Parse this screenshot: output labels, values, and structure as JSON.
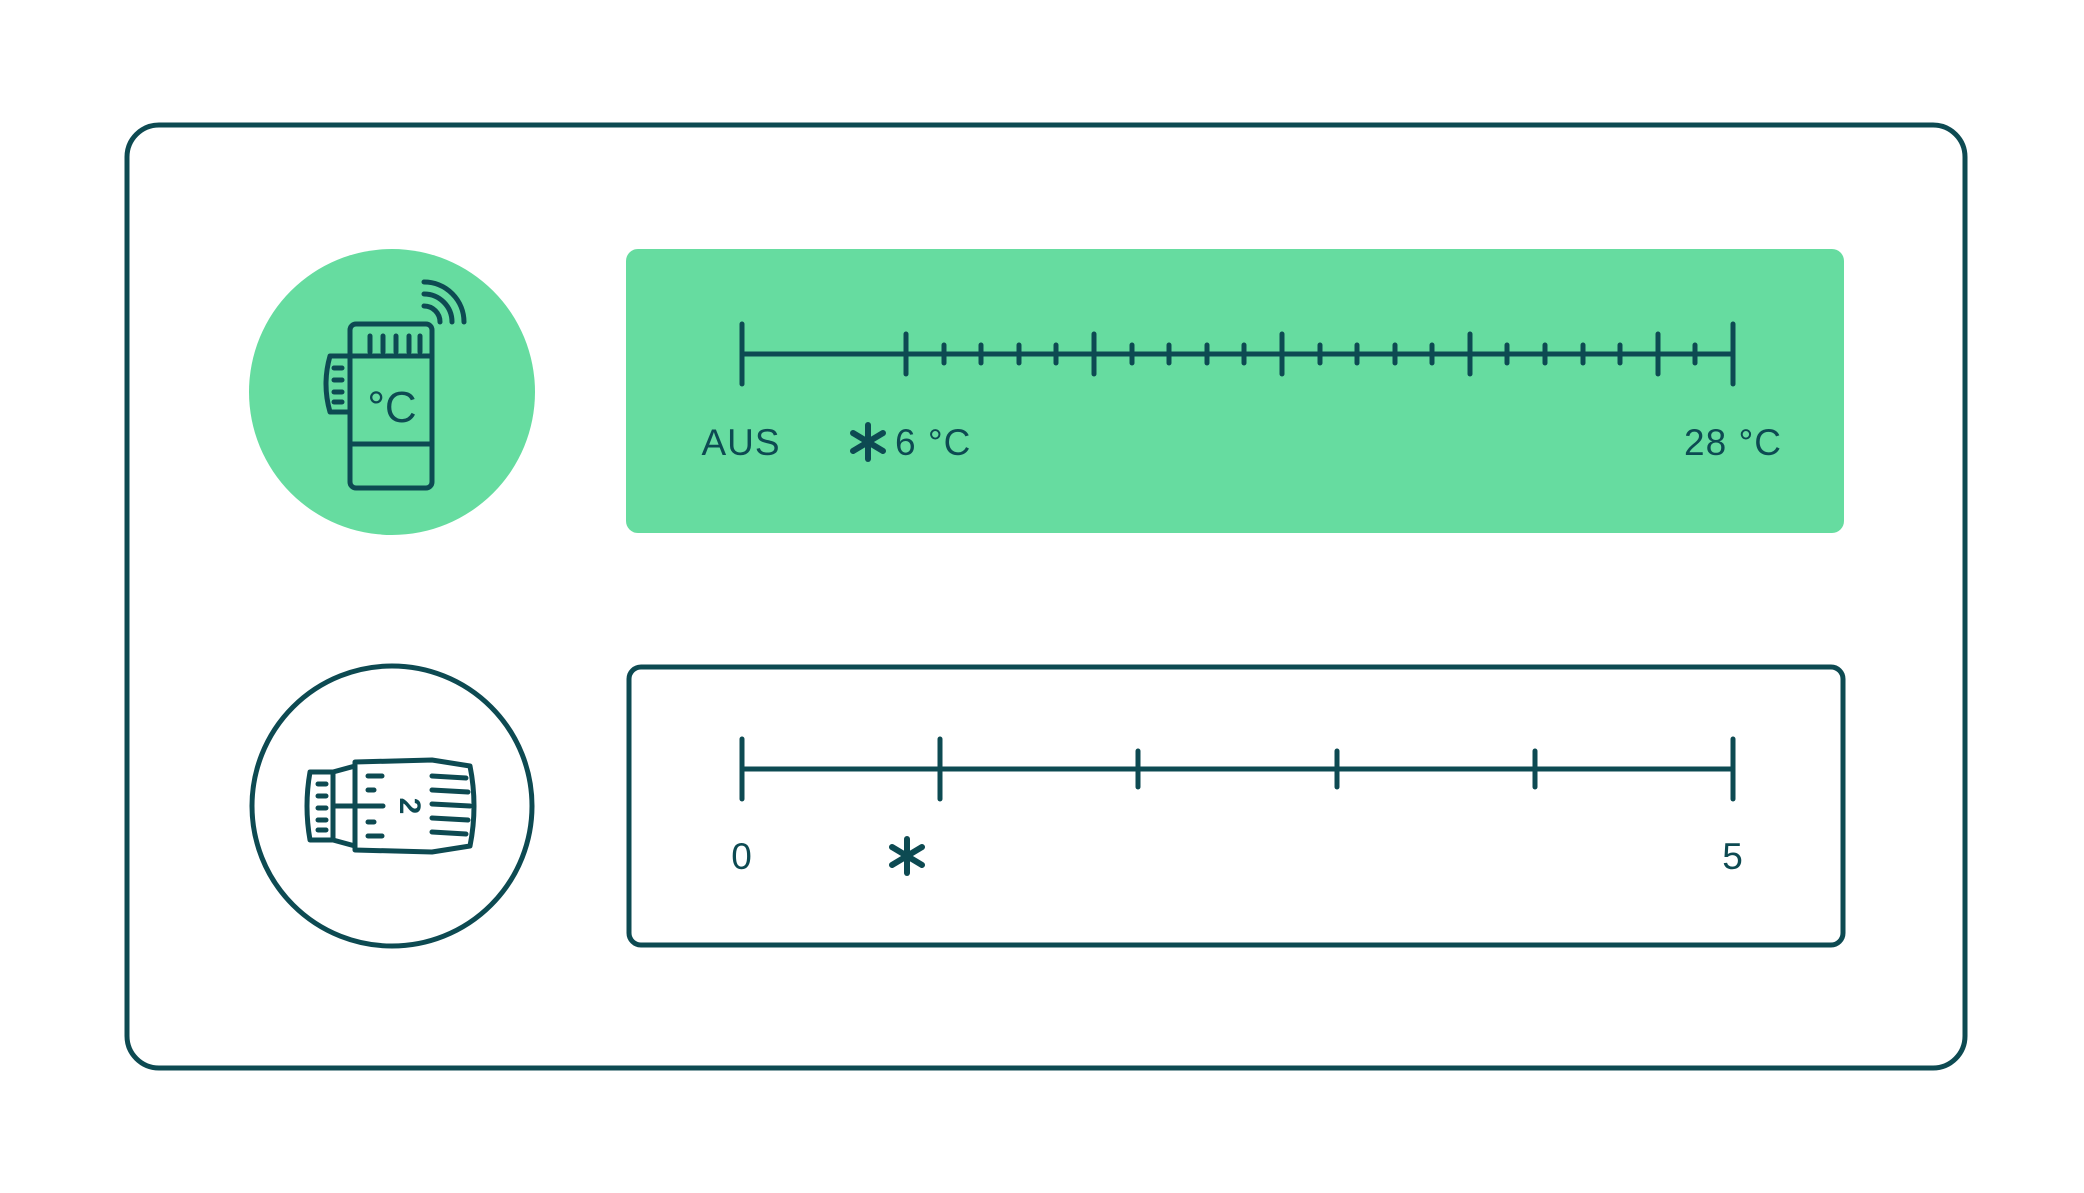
{
  "colors": {
    "ink": "#0d4a52",
    "accent": "#66dca0",
    "background": "#ffffff"
  },
  "icons": {
    "smart_thermostat": "smart-thermostat-icon",
    "manual_thermostat": "manual-thermostat-icon",
    "frost_protection": "snowflake-asterisk-icon"
  },
  "smart_scale": {
    "off_label": "AUS",
    "frost_label": "6 °C",
    "max_label": "28 °C",
    "icon_display_text": "°C"
  },
  "manual_scale": {
    "min_label": "0",
    "max_label": "5",
    "icon_display_text": "2"
  }
}
